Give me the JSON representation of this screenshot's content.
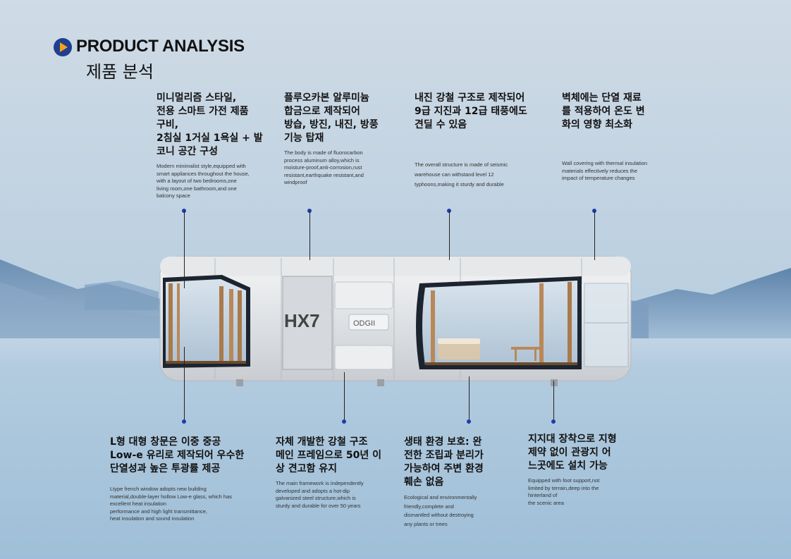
{
  "header": {
    "title_en": "PRODUCT ANALYSIS",
    "title_ko": "제품 분석"
  },
  "cabin": {
    "logo": "HX7",
    "brand": "ODGII"
  },
  "features_top": [
    {
      "ko": [
        "미니멀리즘 스타일,",
        "전용 스마트 가전 제품",
        "구비,",
        "2침실 1거실 1욕실 + 발",
        "코니 공간 구성"
      ],
      "en": [
        "Modern minimalist style,equipped with",
        "smart appliances throughout the house,",
        "with a layout of two bedrooms,one",
        "living room,one bathroom,and one",
        "balcony space"
      ]
    },
    {
      "ko": [
        "플루오카본 알루미늄",
        "합금으로 제작되어",
        "방습, 방진, 내진, 방풍",
        "기능 탑재"
      ],
      "en": [
        "The body is made of fluorocarbon",
        "process aluminum alloy,which is",
        "moisture-proof,anti-corrosion,rust",
        "resistant,earthquake resistant,and",
        "windproof"
      ]
    },
    {
      "ko": [
        "내진 강철 구조로 제작되어",
        "9급 지진과 12급 태풍에도",
        "견딜 수 있음"
      ],
      "en": [
        "The overall structure is made of seismic",
        "warehouse can withstand level 12",
        "typhoons,making it sturdy and durable"
      ]
    },
    {
      "ko": [
        "벽체에는 단열 재료",
        "를 적용하여 온도 변",
        "화의 영향 최소화"
      ],
      "en": [
        "Wall covering with thermal insulation",
        "materials effectively reduces the",
        "impact of temperature changes"
      ]
    }
  ],
  "features_bottom": [
    {
      "ko": [
        "L형 대형 창문은 이중 중공",
        "Low-e 유리로 제작되어 우수한",
        "단열성과 높은 투광률 제공"
      ],
      "en": [
        "Ltype french window adopts new building",
        "material,double-layer hollow Low-e glass, which has",
        "excellent heat insulation",
        "performance and high light transmittance,",
        "heat insulation and sound insulation"
      ]
    },
    {
      "ko": [
        "자체 개발한 강철 구조",
        "메인 프레임으로 50년 이",
        "상 견고함 유지"
      ],
      "en": [
        "The main framework is independently",
        "developed and adopts a hot-dip",
        "galvanized steel structure,which is",
        "sturdy and durable for over 50 years"
      ]
    },
    {
      "ko": [
        "생태 환경 보호: 완",
        "전한 조립과 분리가",
        "가능하여 주변 환경",
        "훼손 없음"
      ],
      "en": [
        "Ecological and environmentally",
        "friendly,complete and",
        "dismantled without destroying",
        "any plants or trees"
      ]
    },
    {
      "ko": [
        "지지대 장착으로 지형",
        "제약 없이 관광지 어",
        "느곳에도 설치 가능"
      ],
      "en": [
        "Equipped with foot support,not",
        "limited by terrain,deep into the",
        "hinterland of",
        "the scenic area"
      ]
    }
  ]
}
